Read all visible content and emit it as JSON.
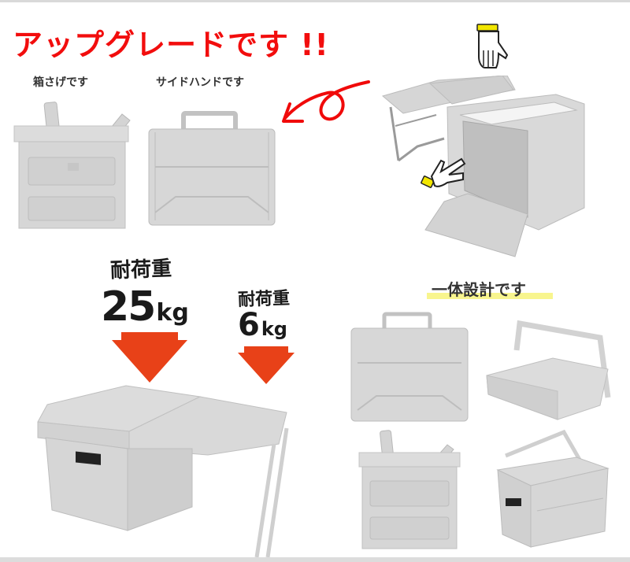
{
  "headline": "アップグレードです !!",
  "modes": {
    "box_carry_label": "箱さげです",
    "side_handle_label": "サイドハンドです"
  },
  "load_capacity": {
    "box": {
      "title": "耐荷重",
      "value": "25",
      "unit": "kg"
    },
    "table": {
      "title": "耐荷重",
      "value": "6",
      "unit": "kg"
    }
  },
  "integrated": {
    "label": "一体設計です"
  },
  "icons": {
    "curved_arrow": "red-curved-arrow-icon",
    "hand_top": "hand-pointing-down-icon",
    "hand_side": "hand-pointing-right-icon",
    "load_arrow": "orange-down-arrow-icon"
  },
  "colors": {
    "headline": "#f20d0d",
    "curved_arrow": "#f00a0a",
    "load_arrow": "#e84118",
    "product_gray": "#d7d7d7",
    "wristband_yellow": "#f2e600",
    "highlight_yellow": "#f7f37a"
  },
  "product_images": [
    "box-with-top-handle",
    "box-with-side-handle",
    "box-open-with-table-and-door",
    "box-with-extended-table",
    "side-handle-view",
    "folded-box-with-handle",
    "box-top-handle-front",
    "box-handle-angled"
  ]
}
